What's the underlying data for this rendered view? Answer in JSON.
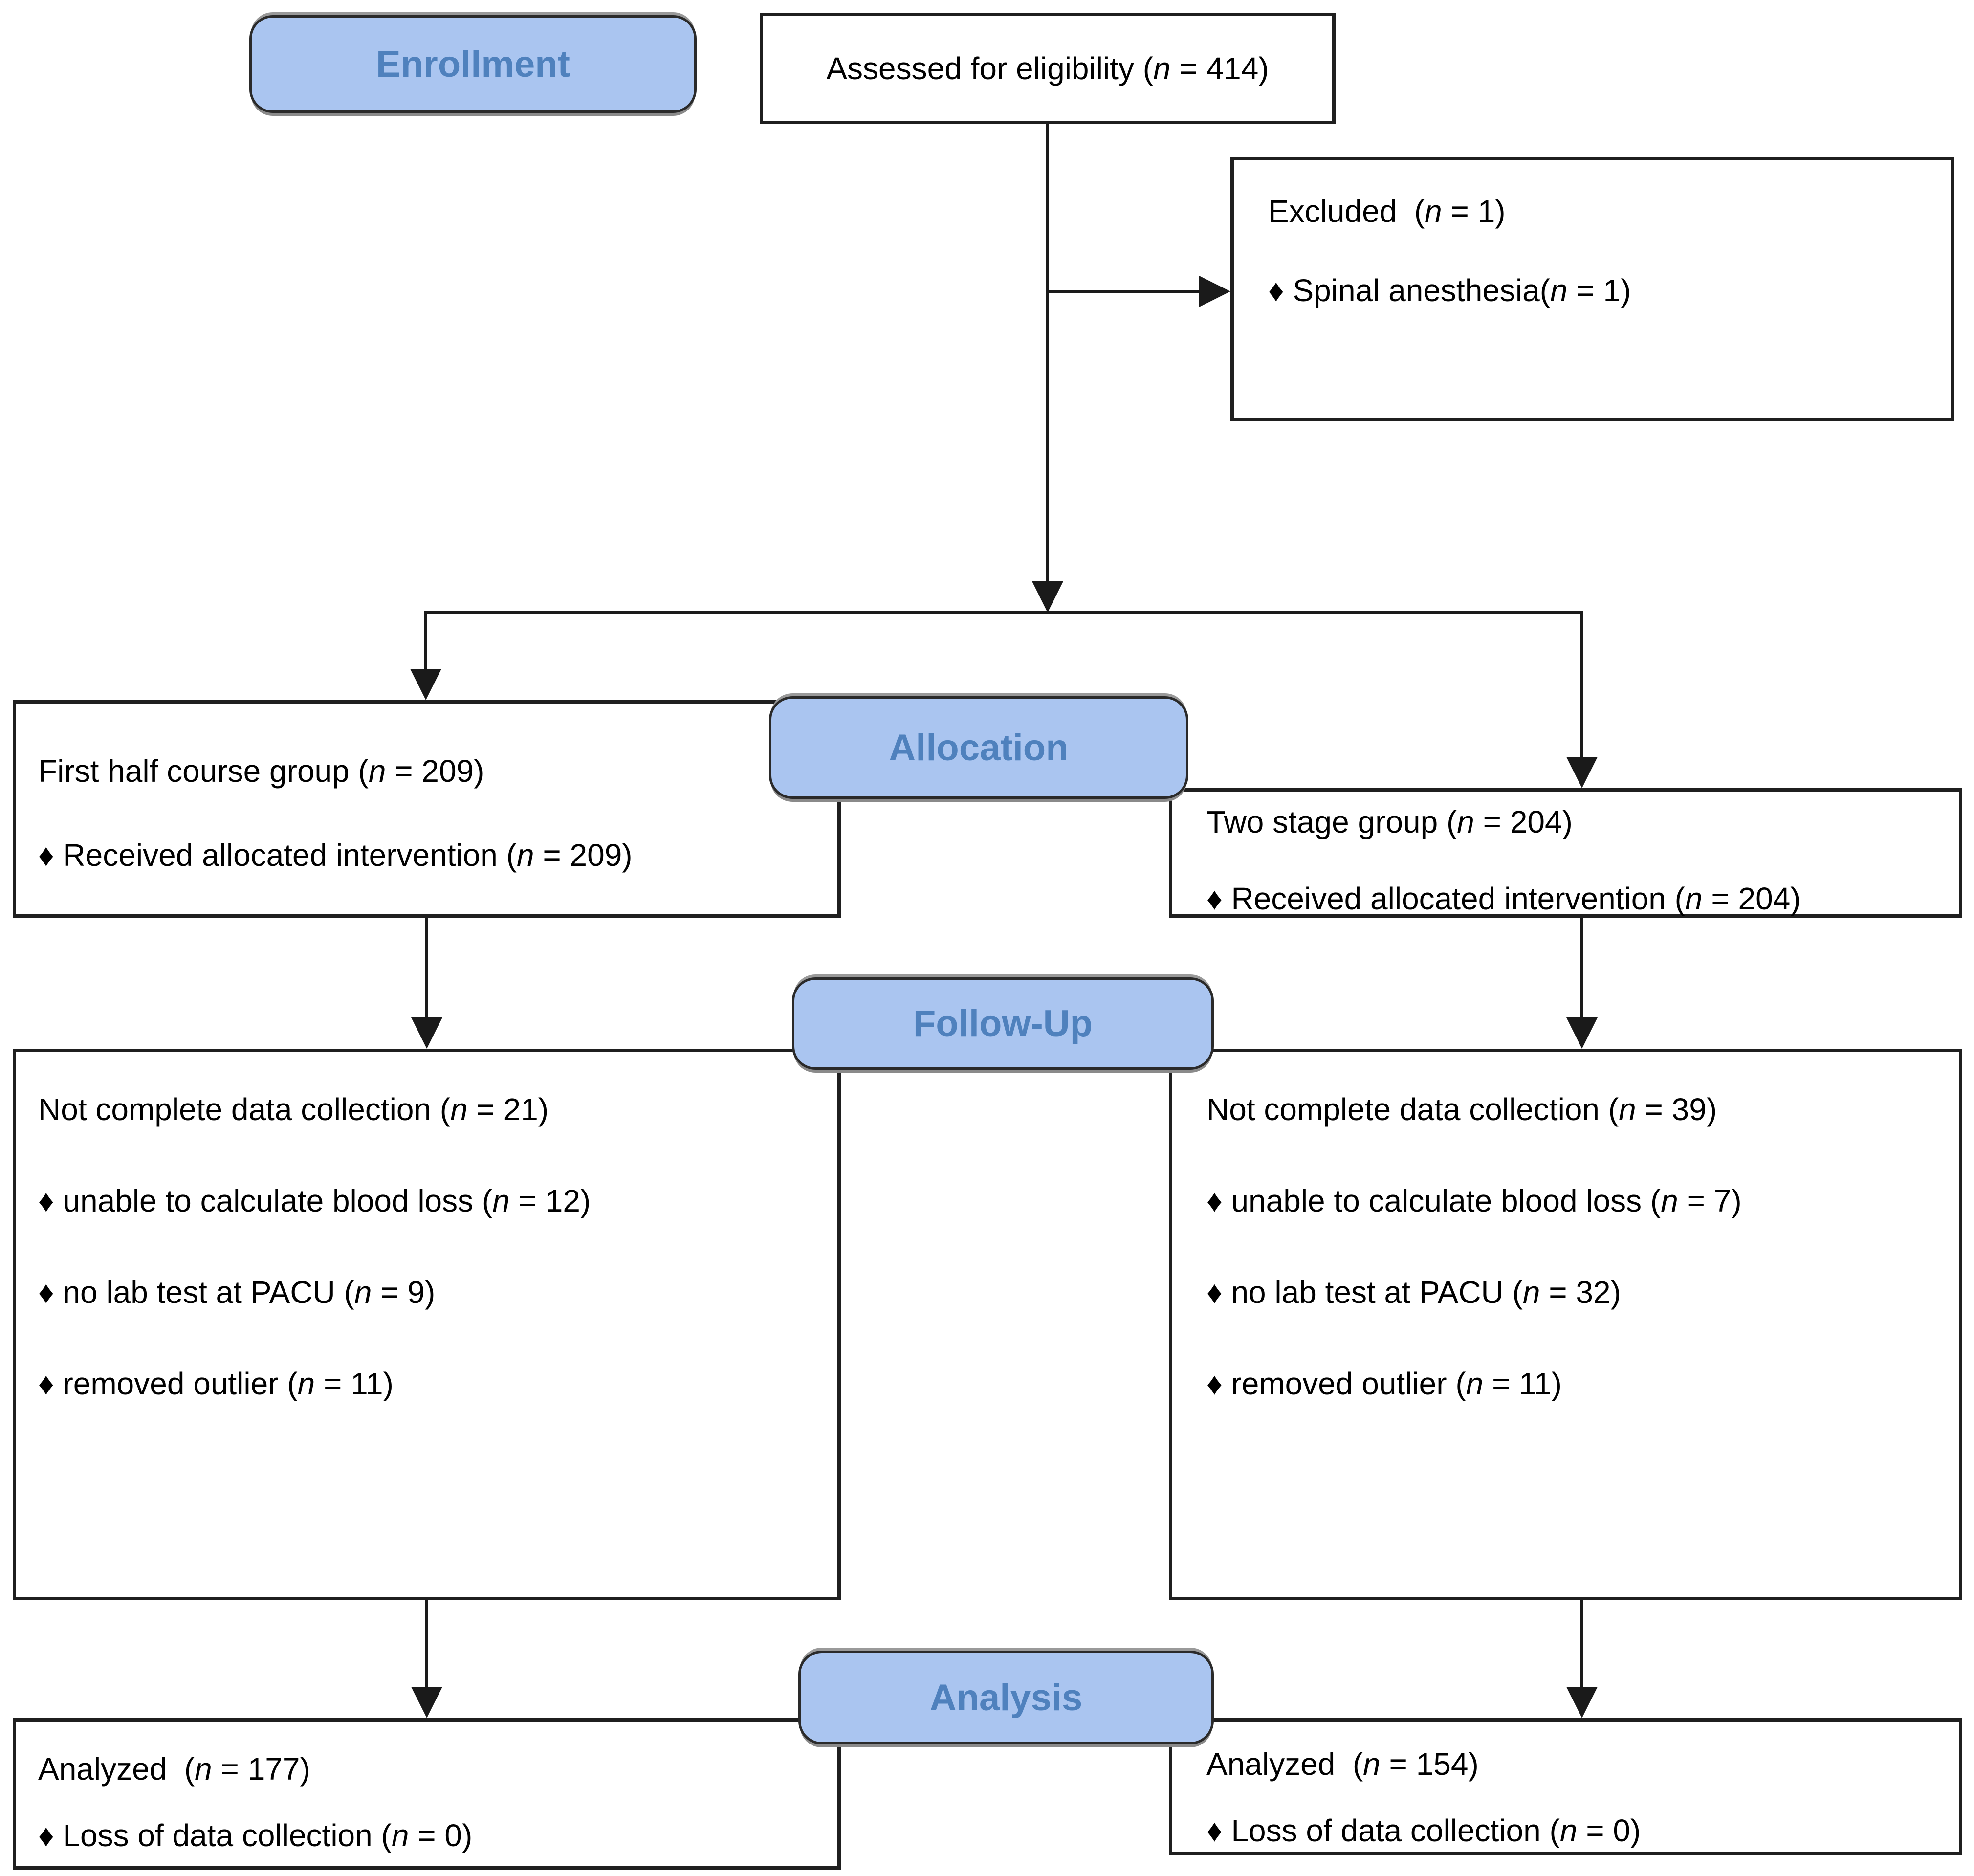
{
  "stages": {
    "enrollment": "Enrollment",
    "allocation": "Allocation",
    "followup": "Follow-Up",
    "analysis": "Analysis"
  },
  "boxes": {
    "assessed": {
      "lines": [
        "Assessed for eligibility (n = 414)"
      ]
    },
    "excluded": {
      "lines": [
        "Excluded  (n = 1)",
        "♦ Spinal anesthesia(n = 1)"
      ]
    },
    "allocation_left": {
      "lines": [
        "First half course group (n = 209)",
        "♦ Received allocated intervention (n = 209)"
      ]
    },
    "allocation_right": {
      "lines": [
        "Two stage group (n = 204)",
        "♦ Received allocated intervention (n = 204)"
      ]
    },
    "followup_left": {
      "lines": [
        "Not complete data collection (n = 21)",
        "♦ unable to calculate blood loss (n = 12)",
        "♦ no lab test at PACU (n = 9)",
        "♦ removed outlier (n = 11)"
      ]
    },
    "followup_right": {
      "lines": [
        "Not complete data collection (n = 39)",
        "♦ unable to calculate blood loss (n = 7)",
        "♦ no lab test at PACU (n = 32)",
        "♦ removed outlier (n = 11)"
      ]
    },
    "analysis_left": {
      "lines": [
        "Analyzed  (n = 177)",
        "♦ Loss of data collection (n = 0)"
      ]
    },
    "analysis_right": {
      "lines": [
        "Analyzed  (n = 154)",
        "♦ Loss of data collection (n = 0)"
      ]
    }
  },
  "colors": {
    "stage_fill": "#aac5f0",
    "stage_text": "#4f81bd",
    "box_border": "#1f1f1f",
    "line_color": "#1a1a1a"
  }
}
